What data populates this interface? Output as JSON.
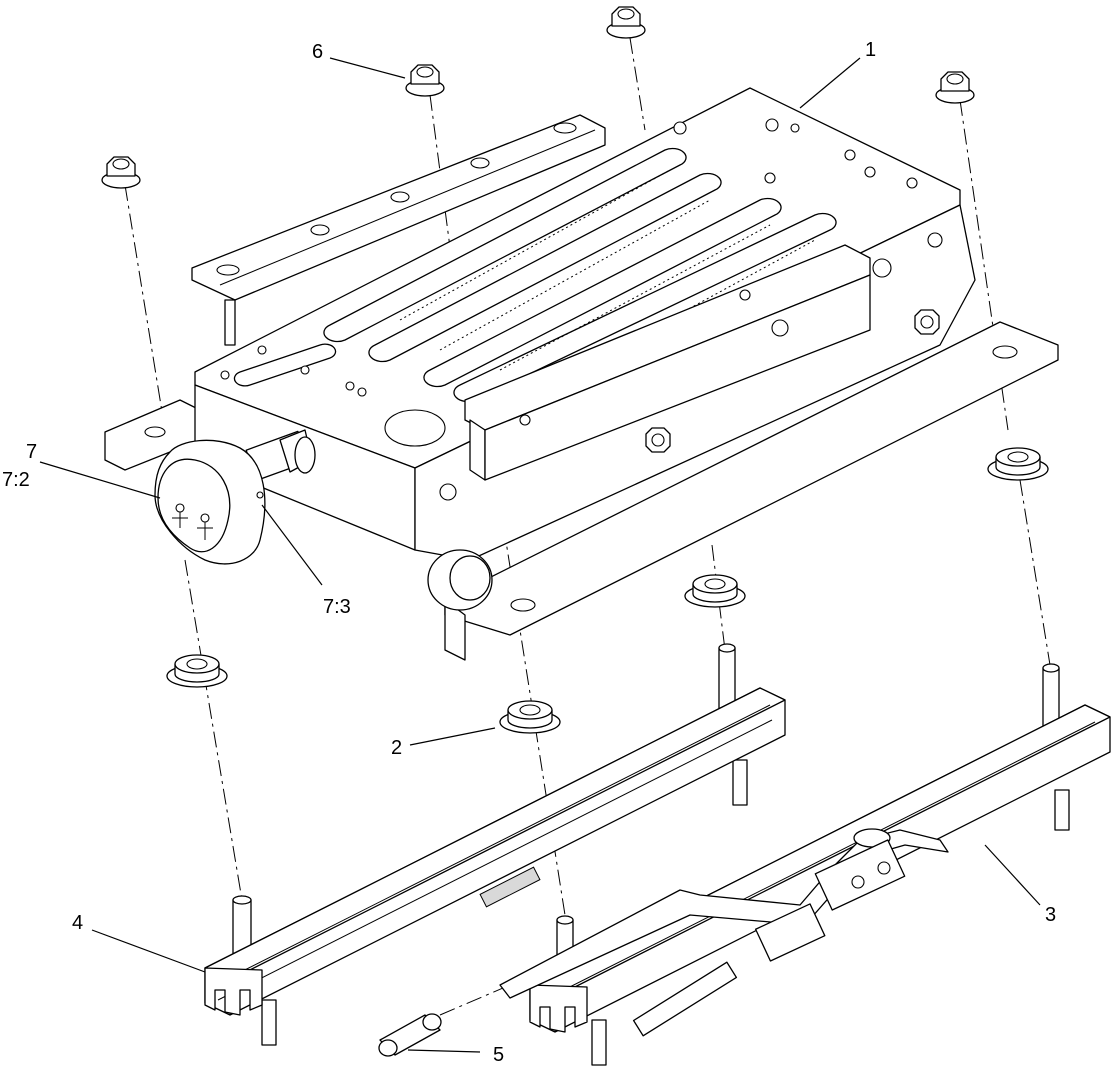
{
  "callouts": {
    "c1": "1",
    "c2": "2",
    "c3": "3",
    "c4": "4",
    "c5": "5",
    "c6": "6",
    "c7": "7",
    "c7_2": "7:2",
    "c7_3": "7:3"
  },
  "colors": {
    "line": "#000000",
    "background": "#ffffff",
    "shade": "#d9d9d9"
  }
}
